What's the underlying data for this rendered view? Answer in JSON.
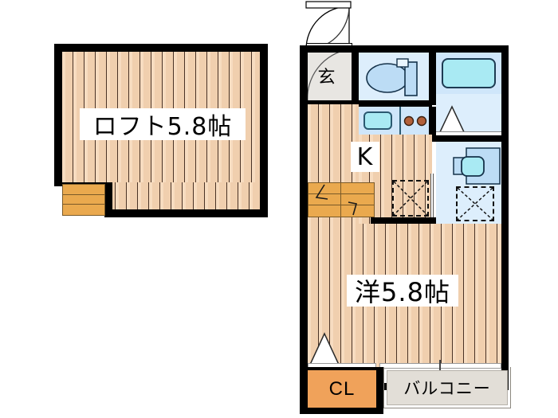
{
  "document": {
    "type": "floor-plan",
    "title": "間取り図",
    "unit_count": 2
  },
  "rooms": [
    {
      "id": "loft",
      "label": "ロフト5.8帖",
      "label_short": "ロフト",
      "size_jo": "5.8",
      "floor_type": "wood",
      "floor_color": "#f4d6b8"
    },
    {
      "id": "western-room",
      "label": "洋5.8帖",
      "label_short": "洋",
      "size_jo": "5.8",
      "floor_type": "wood",
      "floor_color": "#f4d6b8"
    },
    {
      "id": "kitchen",
      "label": "K",
      "floor_type": "wood",
      "floor_color": "#f4d6b8"
    },
    {
      "id": "entrance",
      "label": "玄",
      "floor_type": "tile",
      "floor_color": "#e8e6e2"
    },
    {
      "id": "closet",
      "label": "CL",
      "floor_color": "#f0a25a"
    },
    {
      "id": "balcony",
      "label": "バルコニー",
      "floor_color": "#e2ded7"
    }
  ],
  "fixtures": [
    {
      "id": "toilet",
      "name": "toilet-fixture",
      "color": "#bcdcf5"
    },
    {
      "id": "bathtub",
      "name": "bathtub-fixture",
      "color": "#aaeef5"
    },
    {
      "id": "sink",
      "name": "kitchen-sink-fixture",
      "color": "#a9eaf3"
    },
    {
      "id": "stove",
      "name": "gas-stove-fixture",
      "color": "#b2603a"
    },
    {
      "id": "washbasin",
      "name": "washbasin-vanity-fixture",
      "color": "#a9eaf3"
    },
    {
      "id": "washer-space",
      "name": "washing-machine-space",
      "color": "#ddeefc"
    },
    {
      "id": "storage-space",
      "name": "storage-space",
      "color": "#f4d6b8"
    },
    {
      "id": "loft-stairs",
      "name": "loft-stairs",
      "color": "#eaa94e"
    },
    {
      "id": "unit-stairs",
      "name": "unit-stairs",
      "color": "#eaa94e"
    }
  ],
  "doors": [
    {
      "id": "entrance-door",
      "name": "entrance-swing-door",
      "swing": "arc"
    },
    {
      "id": "bath-door",
      "name": "bathroom-folding-door",
      "swing": "triangle"
    },
    {
      "id": "closet-door",
      "name": "closet-folding-door",
      "swing": "triangle"
    },
    {
      "id": "balcony-door",
      "name": "balcony-sliding-door",
      "swing": "sliding"
    }
  ],
  "colors": {
    "wall": "#000000",
    "floor_wood": "#f4d6b8",
    "floor_wood_line": "#4a3326",
    "tile_light": "#ddeefc",
    "tile_mid": "#cfe6fa",
    "water_cyan": "#a9eaf3",
    "grey_tile": "#e8e6e2",
    "balcony_grey": "#e2ded7",
    "closet_orange": "#f0a25a",
    "stair_orange": "#eaa94e",
    "burner_brown": "#b2603a"
  }
}
